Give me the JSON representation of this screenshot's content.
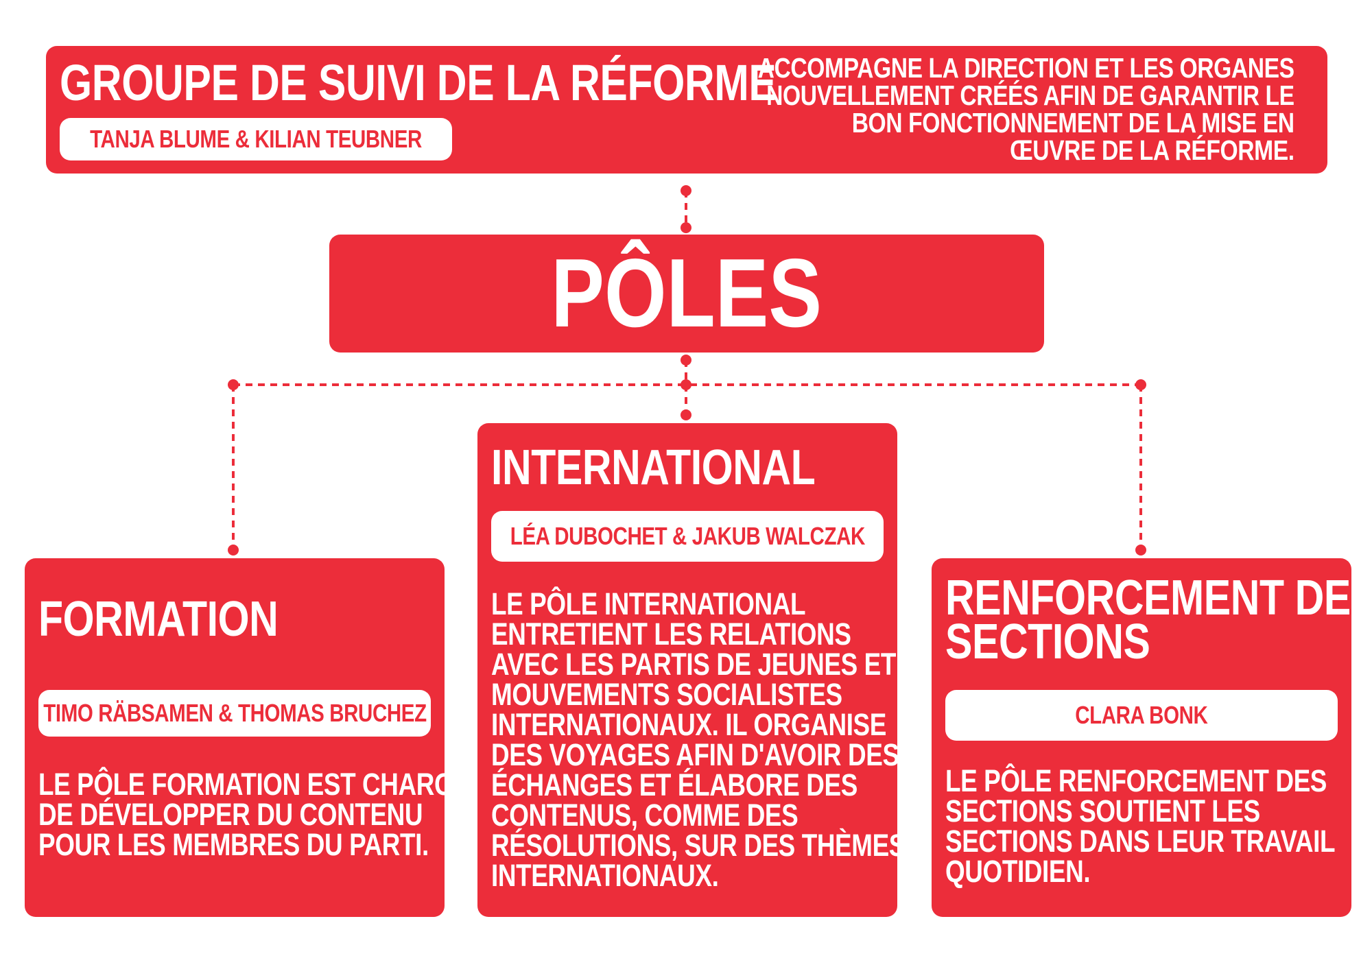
{
  "colors": {
    "accent": "#ec2d3a",
    "text_on_accent": "#ffffff"
  },
  "steering": {
    "title": "GROUPE DE SUIVI DE LA RÉFORME",
    "members": "TANJA BLUME & KILIAN TEUBNER",
    "description_lines": [
      "ACCOMPAGNE LA DIRECTION ET LES ORGANES",
      "NOUVELLEMENT CRÉÉS AFIN DE GARANTIR LE",
      "BON FONCTIONNEMENT DE LA MISE EN",
      "ŒUVRE DE LA RÉFORME."
    ]
  },
  "poles": {
    "title": "PÔLES"
  },
  "formation": {
    "title": "FORMATION",
    "members": "TIMO RÄBSAMEN &  THOMAS BRUCHEZ",
    "description_lines": [
      "LE PÔLE FORMATION EST CHARGÉ",
      "DE DÉVELOPPER DU CONTENU",
      "POUR LES MEMBRES DU PARTI."
    ]
  },
  "international": {
    "title": "INTERNATIONAL",
    "members": "LÉA DUBOCHET & JAKUB WALCZAK",
    "description_lines": [
      "LE PÔLE INTERNATIONAL",
      "ENTRETIENT LES RELATIONS",
      "AVEC LES PARTIS DE JEUNES ET",
      "MOUVEMENTS SOCIALISTES",
      "INTERNATIONAUX. IL ORGANISE",
      "DES VOYAGES AFIN D'AVOIR DES",
      "ÉCHANGES ET ÉLABORE DES",
      "CONTENUS, COMME DES",
      "RÉSOLUTIONS, SUR DES THÈMES",
      "INTERNATIONAUX."
    ]
  },
  "renforcement": {
    "title_lines": [
      "RENFORCEMENT DES",
      "SECTIONS"
    ],
    "members": "CLARA BONK",
    "description_lines": [
      "LE PÔLE RENFORCEMENT DES",
      "SECTIONS SOUTIENT LES",
      "SECTIONS DANS LEUR TRAVAIL",
      "QUOTIDIEN."
    ]
  }
}
